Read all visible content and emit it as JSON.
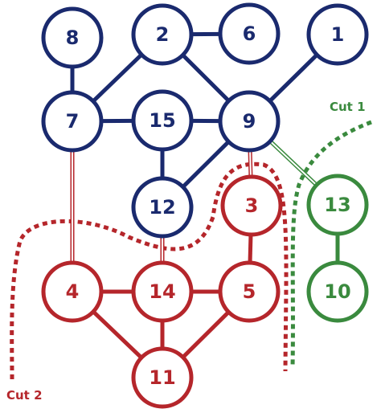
{
  "colors": {
    "blue": "#1a2a6e",
    "red": "#b5262b",
    "green": "#3a8a3e",
    "background": "#ffffff"
  },
  "nodes": [
    {
      "id": "8",
      "label": "8",
      "group": "blue"
    },
    {
      "id": "2",
      "label": "2",
      "group": "blue"
    },
    {
      "id": "6",
      "label": "6",
      "group": "blue"
    },
    {
      "id": "1",
      "label": "1",
      "group": "blue"
    },
    {
      "id": "7",
      "label": "7",
      "group": "blue"
    },
    {
      "id": "15",
      "label": "15",
      "group": "blue"
    },
    {
      "id": "9",
      "label": "9",
      "group": "blue"
    },
    {
      "id": "12",
      "label": "12",
      "group": "blue"
    },
    {
      "id": "3",
      "label": "3",
      "group": "red"
    },
    {
      "id": "4",
      "label": "4",
      "group": "red"
    },
    {
      "id": "14",
      "label": "14",
      "group": "red"
    },
    {
      "id": "5",
      "label": "5",
      "group": "red"
    },
    {
      "id": "11",
      "label": "11",
      "group": "red"
    },
    {
      "id": "13",
      "label": "13",
      "group": "green"
    },
    {
      "id": "10",
      "label": "10",
      "group": "green"
    }
  ],
  "edges": [
    {
      "from": "8",
      "to": "7",
      "kind": "blue"
    },
    {
      "from": "2",
      "to": "6",
      "kind": "blue"
    },
    {
      "from": "2",
      "to": "7",
      "kind": "blue"
    },
    {
      "from": "2",
      "to": "9",
      "kind": "blue"
    },
    {
      "from": "1",
      "to": "9",
      "kind": "blue"
    },
    {
      "from": "7",
      "to": "15",
      "kind": "blue"
    },
    {
      "from": "15",
      "to": "9",
      "kind": "blue"
    },
    {
      "from": "15",
      "to": "12",
      "kind": "blue"
    },
    {
      "from": "9",
      "to": "12",
      "kind": "blue"
    },
    {
      "from": "3",
      "to": "5",
      "kind": "red"
    },
    {
      "from": "4",
      "to": "14",
      "kind": "red"
    },
    {
      "from": "14",
      "to": "5",
      "kind": "red"
    },
    {
      "from": "4",
      "to": "11",
      "kind": "red"
    },
    {
      "from": "14",
      "to": "11",
      "kind": "red"
    },
    {
      "from": "5",
      "to": "11",
      "kind": "red"
    },
    {
      "from": "13",
      "to": "10",
      "kind": "green"
    },
    {
      "from": "7",
      "to": "4",
      "kind": "cut-red"
    },
    {
      "from": "12",
      "to": "14",
      "kind": "cut-red"
    },
    {
      "from": "9",
      "to": "3",
      "kind": "cut-red"
    },
    {
      "from": "9",
      "to": "13",
      "kind": "cut-green"
    }
  ],
  "cuts": [
    {
      "label": "Cut 1",
      "group": "green"
    },
    {
      "label": "Cut 2",
      "group": "red"
    }
  ]
}
